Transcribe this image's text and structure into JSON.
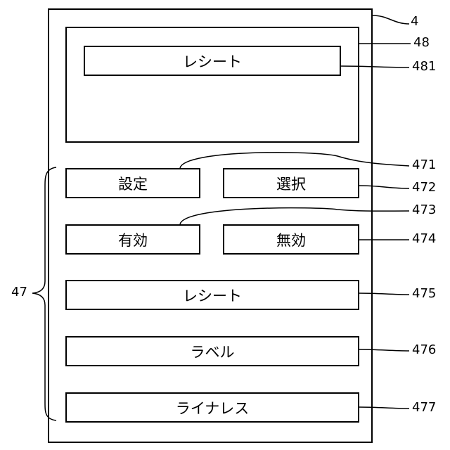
{
  "display": {
    "receipt_text": "レシート"
  },
  "buttons": {
    "settings": "設定",
    "select": "選択",
    "enable": "有効",
    "disable": "無効",
    "receipt": "レシート",
    "label": "ラベル",
    "linerless": "ライナレス"
  },
  "refs": {
    "device": "4",
    "display_area": "48",
    "receipt_field": "481",
    "settings": "471",
    "select": "472",
    "enable": "473",
    "disable": "474",
    "receipt": "475",
    "label": "476",
    "linerless": "477",
    "button_group": "47"
  }
}
